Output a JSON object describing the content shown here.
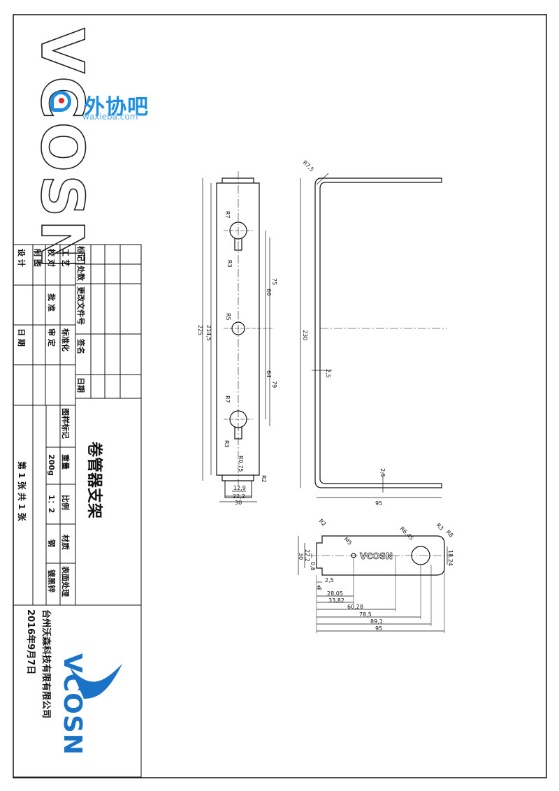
{
  "brand": {
    "vertical_logo": "VCOSN",
    "bottom_logo": "VCOSN",
    "logo_color": "#1a73c7"
  },
  "watermark": {
    "text": "外协吧",
    "url": "waxieba.com",
    "color": "#1d8fe0"
  },
  "title_block": {
    "drawing_title": "卷管器支架",
    "row_labels": [
      "设 计",
      "制 图",
      "校 对",
      "工 艺"
    ],
    "rev_headers": [
      "标记",
      "处数",
      "更改文件号",
      "签名",
      "日期"
    ],
    "right_labels": [
      "日 期",
      "审 定",
      "标准化",
      "批 准"
    ],
    "tu_yang": "图样标记",
    "weight_label": "重量",
    "weight_value": "200g",
    "scale_label": "比例",
    "scale_value": "1：2",
    "material_label": "材质",
    "material_value": "钢",
    "surface_label": "表面处理",
    "surface_value": "镀黑锌",
    "sheet_info": "第 1 张    共 1 张",
    "company": "台州沃森科技有限有限公司",
    "date": "2016年9月7日"
  },
  "dims": {
    "r7_a": "R7",
    "r3_a": "R3",
    "r5": "R5",
    "r7_b": "R7",
    "r3_b": "R3",
    "r0_75": "R0,75",
    "r2_a": "R2",
    "d214": "214,5",
    "d225": "225",
    "d75": "75",
    "d60": "60",
    "d64": "64",
    "d79": "79",
    "d12_9": "12,9",
    "d22_2": "22,2",
    "d30": "30",
    "r7_5": "R7,5",
    "d230": "230",
    "d2_5a": "2,5",
    "d2_5b": "2,5",
    "d95": "95",
    "r2_b": "R2",
    "m5": "M5",
    "r6_45": "R6,45",
    "r3_c": "R3",
    "r8": "R8",
    "d30b": "30",
    "d22_2b": "22,2",
    "d0_8": "0,8",
    "d18_24": "18,24",
    "d2_5c": "2,5",
    "d6": "6",
    "d28_05": "28,05",
    "d33_82": "33,82",
    "d60_28": "60,28",
    "d78_5": "78,5",
    "d89_1": "89,1",
    "d95b": "95",
    "emboss": "VCOSN"
  }
}
